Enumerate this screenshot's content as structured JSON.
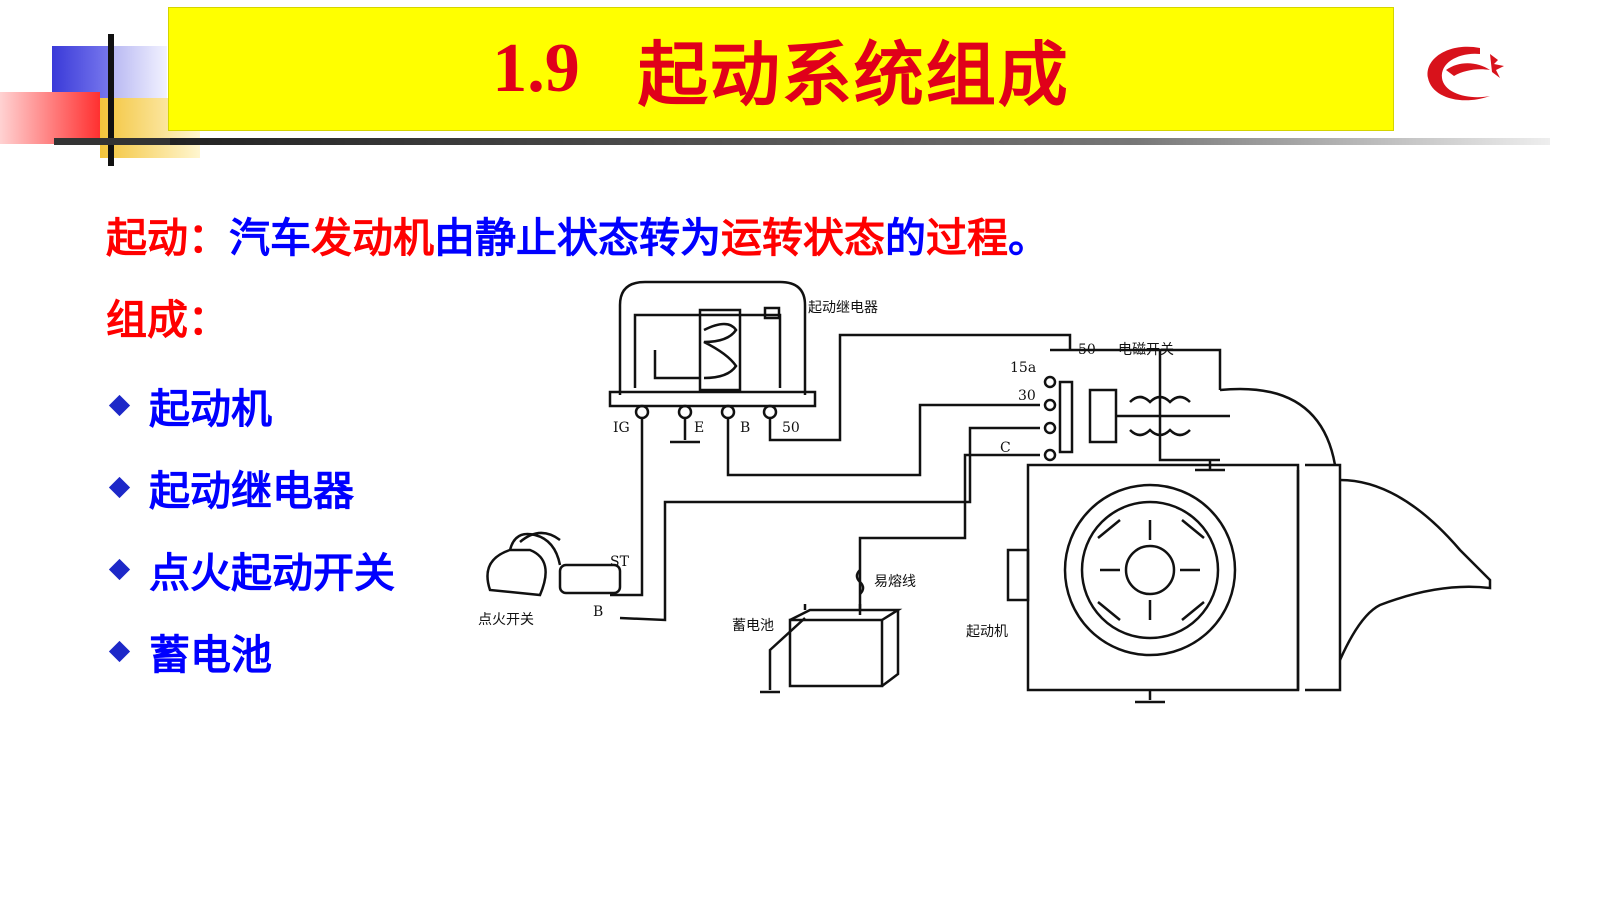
{
  "title": {
    "number": "1.9",
    "text": "起动系统组成"
  },
  "definition": {
    "part1": "起动：",
    "part2": "汽车",
    "part3": "发动机",
    "part4": "由静止状态转为",
    "part5": "运转状态",
    "part6": "的",
    "part7": "过程",
    "part8": "。"
  },
  "composition_label": "组成：",
  "components": [
    {
      "label": "起动机"
    },
    {
      "label": "起动继电器"
    },
    {
      "label": "点火起动开关"
    },
    {
      "label": "蓄电池"
    }
  ],
  "diagram": {
    "relay_label": "起动继电器",
    "relay_terminals": [
      "IG",
      "E",
      "B",
      "50"
    ],
    "solenoid_label": "电磁开关",
    "solenoid_terminals": [
      "50",
      "15a",
      "30",
      "C"
    ],
    "ignition_switch_label": "点火开关",
    "ignition_terminals": [
      "ST",
      "B"
    ],
    "fuse_label": "易熔线",
    "battery_label": "蓄电池",
    "starter_label": "起动机"
  },
  "colors": {
    "title_bg": "#ffff00",
    "title_text": "#e0001a",
    "accent_red": "#ff0000",
    "accent_blue": "#0000ff"
  }
}
